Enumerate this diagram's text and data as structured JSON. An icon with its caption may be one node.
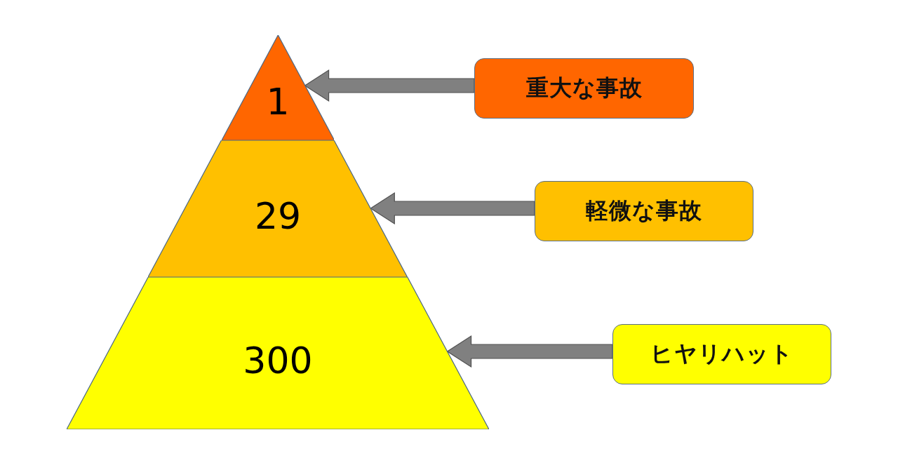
{
  "diagram": {
    "nodes": [
      {
        "text": [
          "1"
        ]
      },
      {
        "text": [
          "29"
        ]
      },
      {
        "text": [
          "300"
        ]
      },
      {
        "text": [
          "重大な事故"
        ]
      },
      {
        "text": [
          "軽微な事故"
        ]
      },
      {
        "text": [
          "ヒヤリハット"
        ]
      }
    ],
    "edges": [
      {
        "from": 3,
        "to": 0,
        "arrow": "to"
      },
      {
        "from": 4,
        "to": 1,
        "arrow": "to"
      },
      {
        "from": 5,
        "to": 2,
        "arrow": "to"
      }
    ]
  }
}
